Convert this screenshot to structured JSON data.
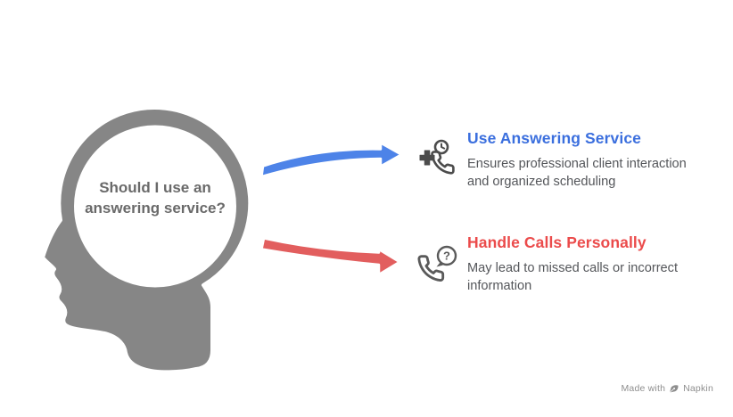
{
  "page": {
    "background_color": "#ffffff"
  },
  "thinker": {
    "question": "Should I use an answering service?",
    "head_color": "#868686",
    "question_text_color": "#6a6a6a"
  },
  "options": [
    {
      "title": "Use Answering Service",
      "description": "Ensures professional client interaction and organized scheduling",
      "title_color": "#3b6fde",
      "arrow_color": "#4d83e8",
      "icon": "phone-plus-clock-icon",
      "icon_color": "#4c4c4c"
    },
    {
      "title": "Handle Calls Personally",
      "description": "May lead to missed calls or incorrect information",
      "title_color": "#eb4b4b",
      "arrow_color": "#e25e5e",
      "icon": "phone-question-icon",
      "icon_color": "#5a5a5a"
    }
  ],
  "icon_glyphs": {
    "question_mark": "?"
  },
  "footer": {
    "made_with": "Made with",
    "brand": "Napkin"
  }
}
